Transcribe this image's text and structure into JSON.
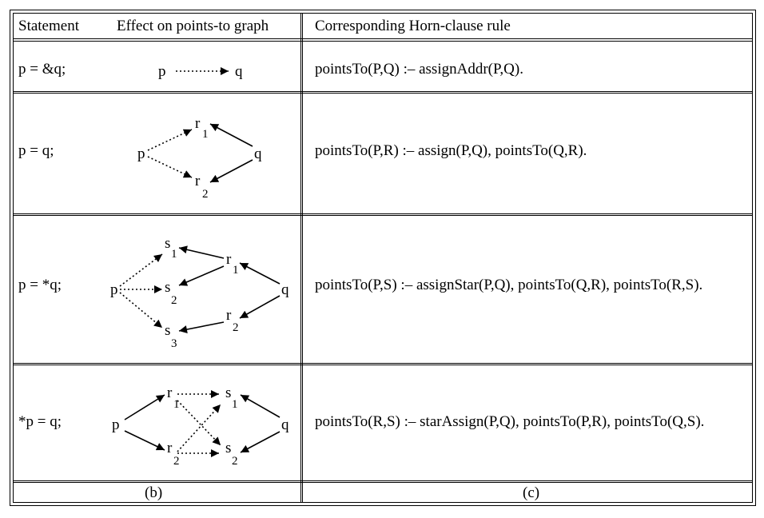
{
  "header": {
    "statement": "Statement",
    "effect": "Effect on points-to graph",
    "rule": "Corresponding Horn-clause rule"
  },
  "rows": [
    {
      "statement": "p = &q;",
      "rule": "pointsTo(P,Q) :– assignAddr(P,Q)."
    },
    {
      "statement": "p = q;",
      "rule": "pointsTo(P,R) :– assign(P,Q), pointsTo(Q,R)."
    },
    {
      "statement": "p = *q;",
      "rule": "pointsTo(P,S) :– assignStar(P,Q), pointsTo(Q,R), pointsTo(R,S)."
    },
    {
      "statement": "*p = q;",
      "rule": "pointsTo(R,S) :– starAssign(P,Q), pointsTo(P,R), pointsTo(Q,S)."
    }
  ],
  "graph_labels": {
    "p": "p",
    "q": "q",
    "r": "r",
    "s": "s",
    "one": "1",
    "two": "2",
    "three": "3"
  },
  "footer": {
    "left": "(b)",
    "right": "(c)"
  }
}
